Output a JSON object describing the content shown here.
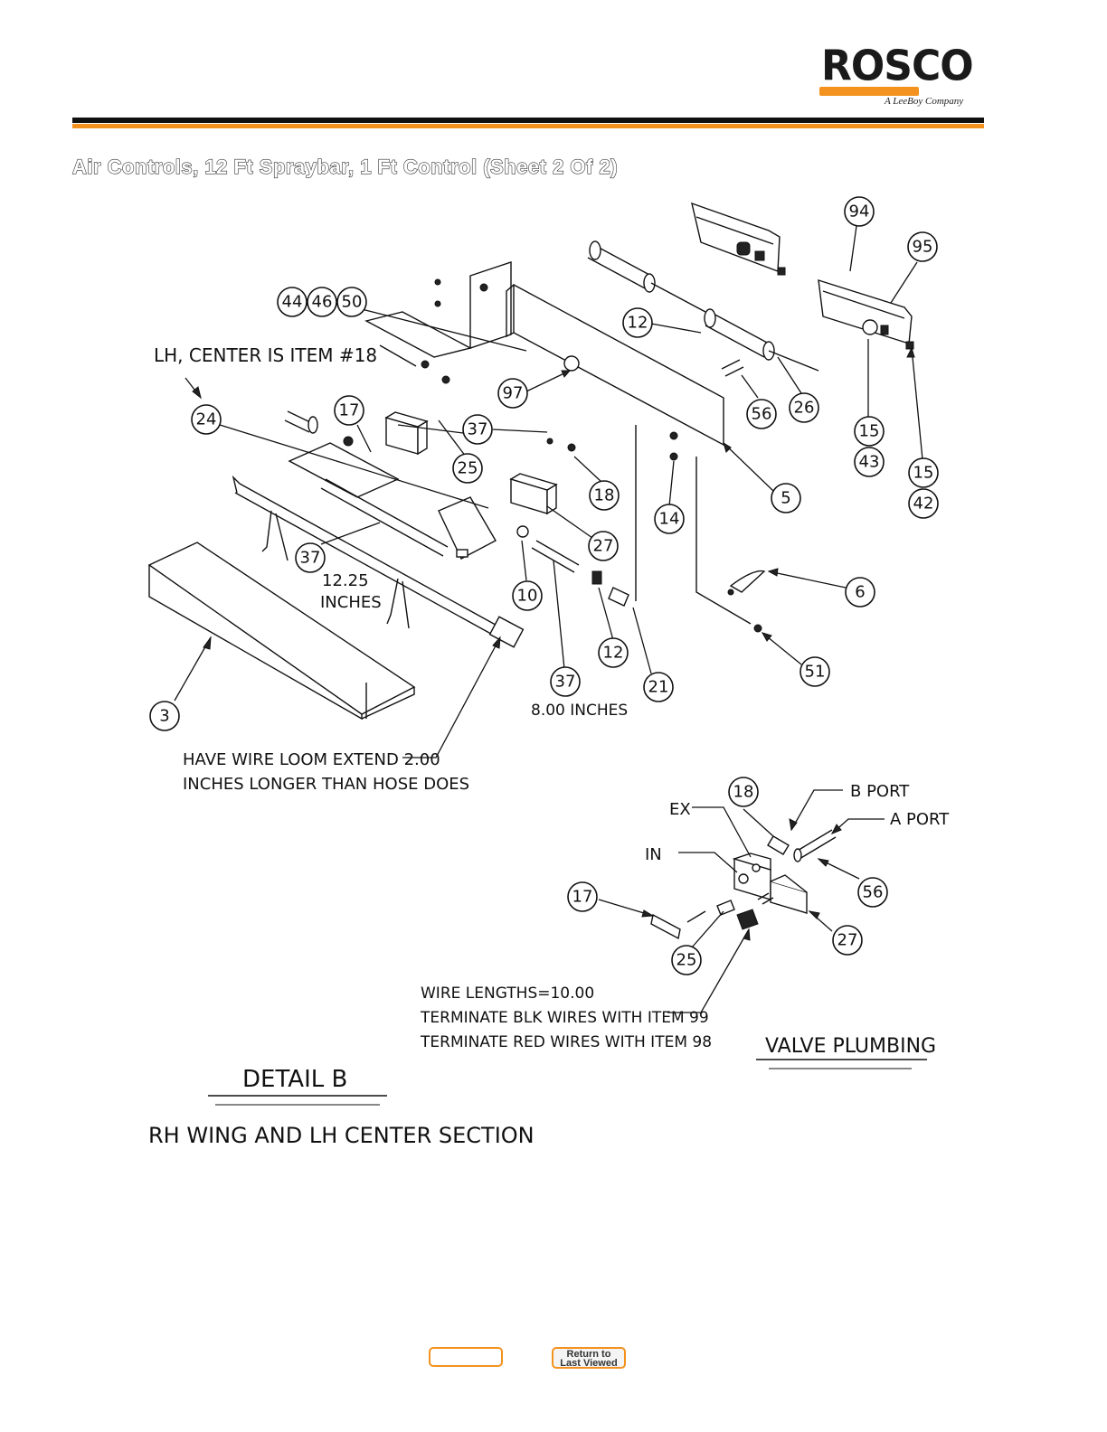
{
  "header": {
    "logo_text": "ROSCO",
    "logo_tagline": "A LeeBoy Company",
    "brand_color": "#f3921f"
  },
  "page_title": "Air Controls, 12 Ft Spraybar, 1 Ft Control (Sheet 2 Of 2)",
  "notes": {
    "lh_center": "LH, CENTER IS ITEM #18",
    "len_1225": "12.25",
    "inches_1": "INCHES",
    "len_800": "8.00 INCHES",
    "wire_loom_1": "HAVE WIRE LOOM EXTEND 2.00",
    "wire_loom_2": "INCHES LONGER THAN HOSE DOES",
    "ex": "EX",
    "in": "IN",
    "b_port": "B PORT",
    "a_port": "A PORT",
    "wire_lengths": "WIRE LENGTHS=10.00",
    "terminate_blk": "TERMINATE BLK WIRES WITH ITEM 99",
    "terminate_red": "TERMINATE RED WIRES WITH ITEM 98",
    "detail_b": "DETAIL B",
    "rh_wing": "RH WING AND LH CENTER SECTION",
    "valve_plumbing": "VALVE PLUMBING"
  },
  "callouts": {
    "c94": "94",
    "c95": "95",
    "c44": "44",
    "c46": "46",
    "c50": "50",
    "c12a": "12",
    "c24": "24",
    "c17a": "17",
    "c97": "97",
    "c37a": "37",
    "c56a": "56",
    "c26": "26",
    "c15a": "15",
    "c43": "43",
    "c15b": "15",
    "c42": "42",
    "c25a": "25",
    "c18a": "18",
    "c5": "5",
    "c14": "14",
    "c27a": "27",
    "c37b": "37",
    "c10": "10",
    "c6": "6",
    "c12b": "12",
    "c21": "21",
    "c51": "51",
    "c37c": "37",
    "c3": "3",
    "c18b": "18",
    "c56b": "56",
    "c17b": "17",
    "c27b": "27",
    "c25b": "25"
  },
  "nav": {
    "blank_button": "",
    "return_line1": "Return to",
    "return_line2": "Last Viewed"
  }
}
